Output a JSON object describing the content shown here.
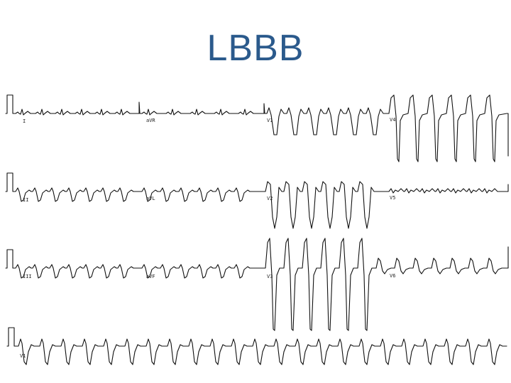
{
  "slide": {
    "title": "LBBB"
  },
  "ecg": {
    "rows": [
      {
        "leads": [
          "I",
          "aVR",
          "V1",
          "V4"
        ]
      },
      {
        "leads": [
          "II",
          "aVL",
          "V2",
          "V5"
        ]
      },
      {
        "leads": [
          "III",
          "aVF",
          "V3",
          "V6"
        ]
      },
      {
        "leads": [
          "V1"
        ]
      }
    ]
  }
}
